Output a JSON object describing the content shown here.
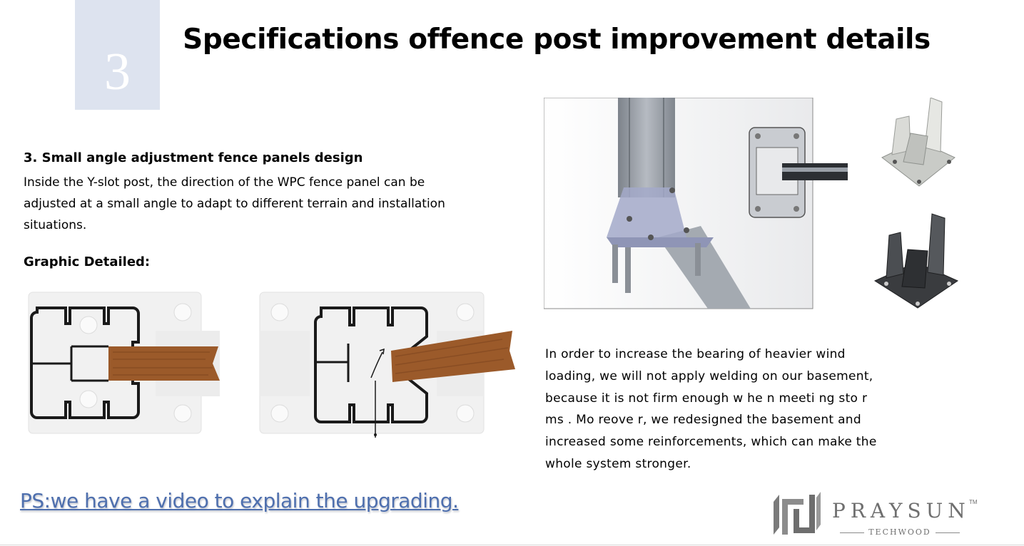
{
  "slide": {
    "number": "3",
    "title": "Specifications offence post improvement details"
  },
  "section": {
    "heading": "3.   Small angle adjustment fence panels design",
    "body": "Inside the Y-slot post, the direction of the WPC fence panel can be adjusted at a small angle to  adapt to different terrain and installation situations.",
    "graphic_label": "Graphic Detailed:"
  },
  "right_text": "In order to increase the bearing of heavier wind loading, we will not apply welding on our basement, because it is not firm enough  w he n meeti ng  sto r ms .  Mo reove r,  we redesigned the  basement  and  increased some reinforcements, which can make the whole system stronger.",
  "ps_link": "PS:we have a video to explain the upgrading.",
  "brand": {
    "name": "PRAYSUN",
    "tm": "TM",
    "sub": "TECHWOOD"
  },
  "colors": {
    "number_box": "#dde3ef",
    "ps_link": "#4e6fae",
    "wood": "#9b5a2a",
    "post_metal": "#9aa0a8",
    "brand_gray": "#6f6f6f"
  }
}
